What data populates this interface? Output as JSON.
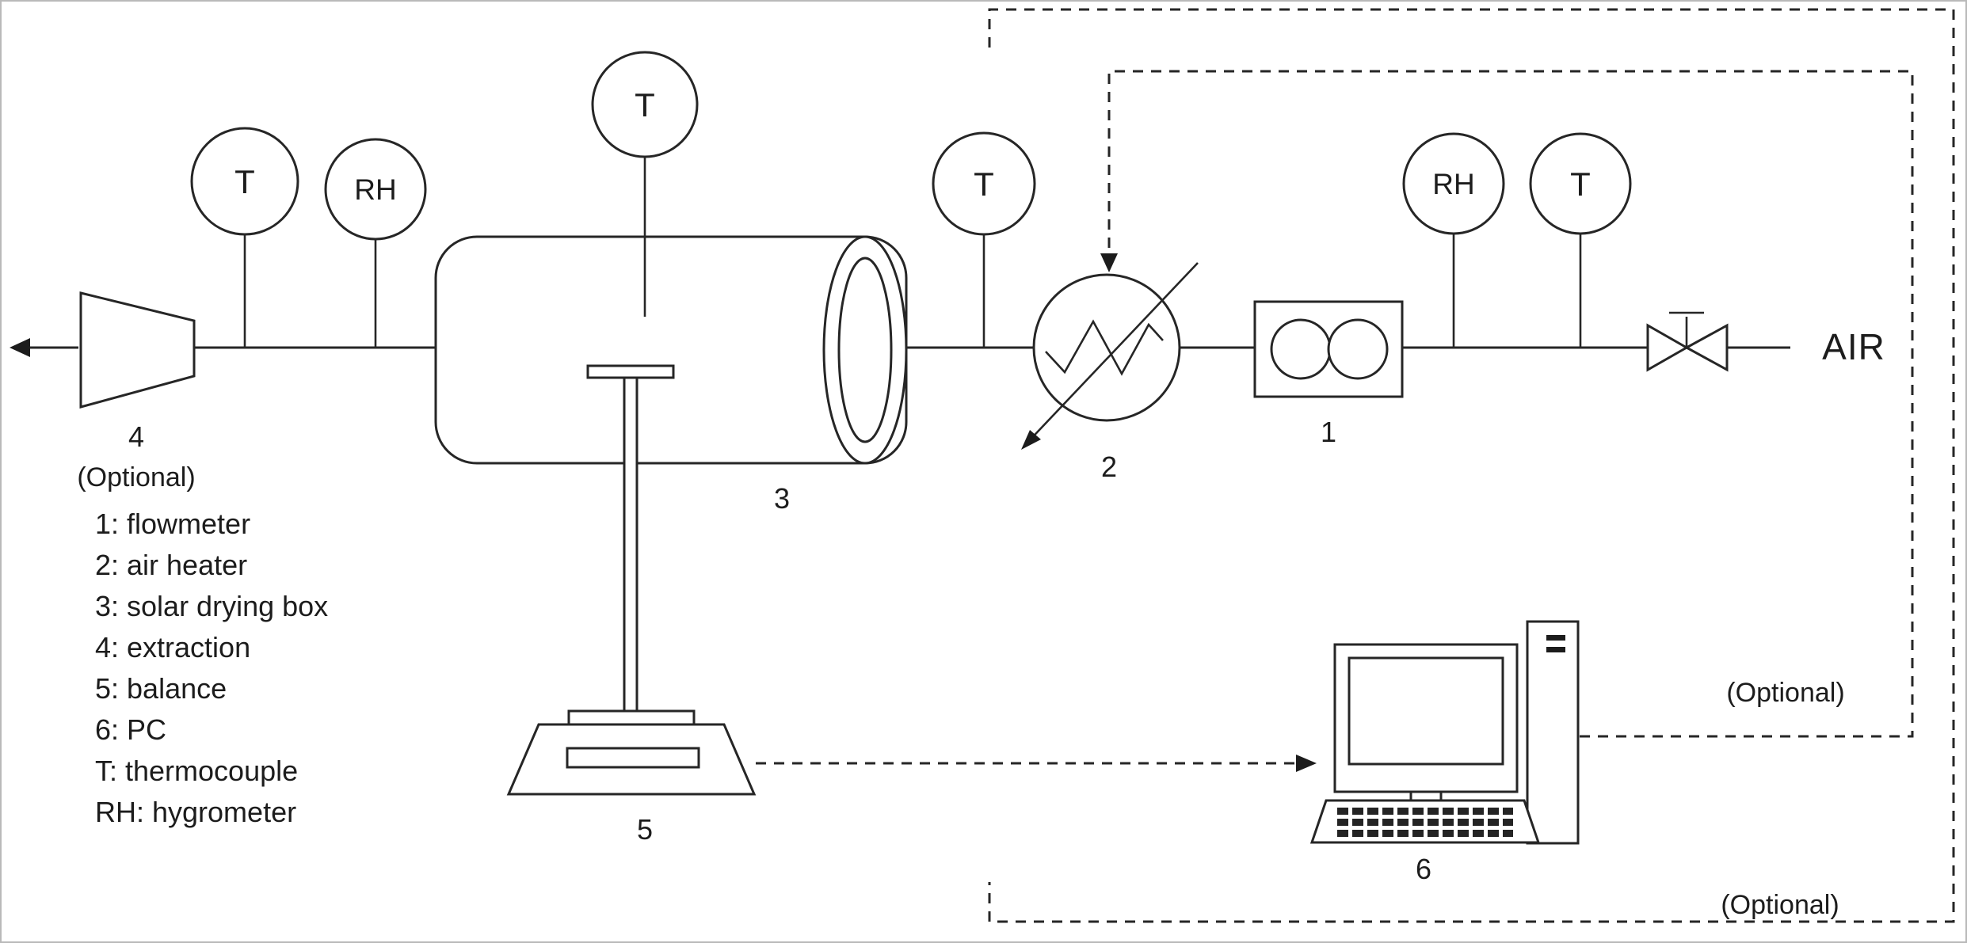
{
  "diagram": {
    "air_label": "AIR",
    "optional_label": "(Optional)",
    "sensor_labels": {
      "thermocouple": "T",
      "hygrometer": "RH"
    },
    "component_labels": {
      "flowmeter": "1",
      "air_heater": "2",
      "solar_drying_box": "3",
      "extraction": "4",
      "balance": "5",
      "pc": "6"
    },
    "legend": {
      "items": [
        "1: flowmeter",
        "2: air heater",
        "3: solar drying box",
        "4: extraction",
        "5: balance",
        "6: PC",
        "T: thermocouple",
        "RH: hygrometer"
      ]
    }
  }
}
